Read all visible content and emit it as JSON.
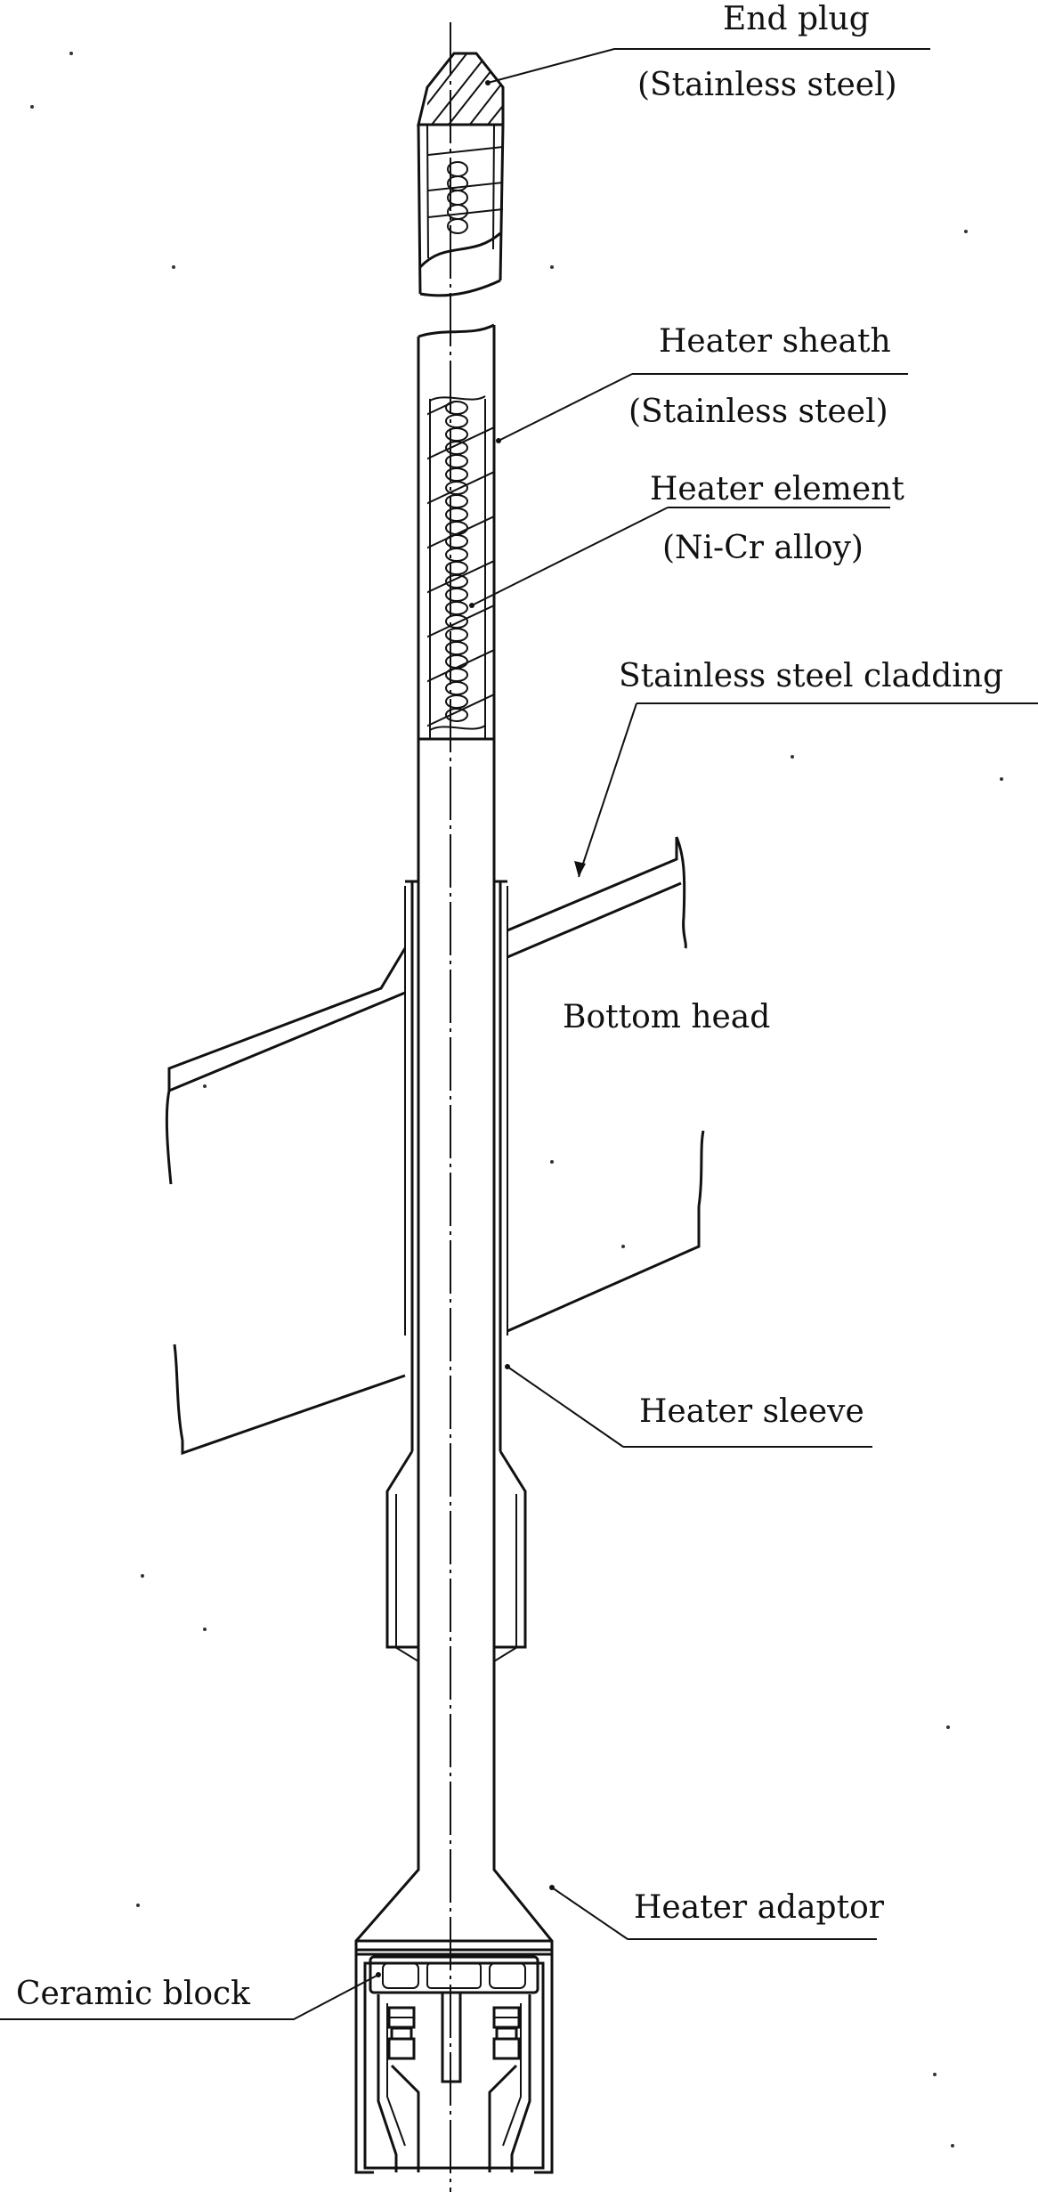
{
  "labels": {
    "end_plug": "End plug",
    "end_plug_material": "(Stainless steel)",
    "heater_sheath": "Heater sheath",
    "heater_sheath_material": "(Stainless steel)",
    "heater_element": "Heater element",
    "heater_element_material": "(Ni-Cr alloy)",
    "cladding": "Stainless steel cladding",
    "bottom_head": "Bottom head",
    "heater_sleeve": "Heater sleeve",
    "heater_adaptor": "Heater adaptor",
    "ceramic_block": "Ceramic block"
  }
}
